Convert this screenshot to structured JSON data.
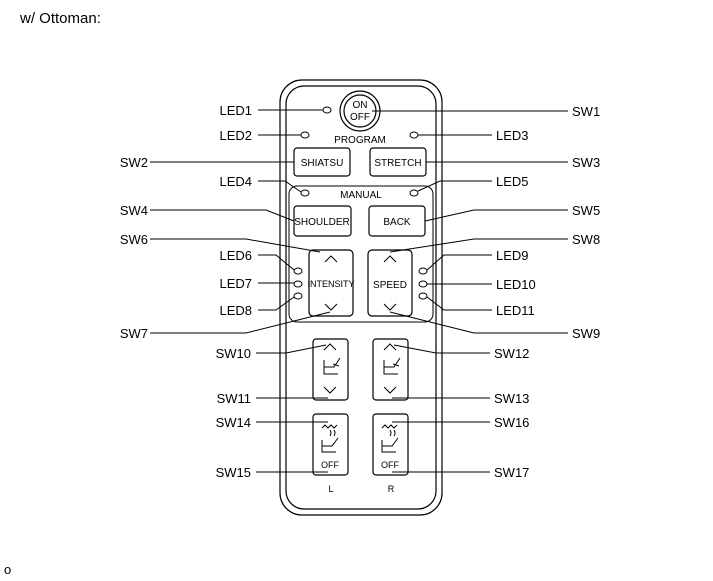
{
  "heading": "w/ Ottoman:",
  "footer_mark": "o",
  "remote": {
    "power_button": [
      "ON",
      "OFF"
    ],
    "program_label": "PROGRAM",
    "manual_label": "MANUAL",
    "shiatsu": "SHIATSU",
    "stretch": "STRETCH",
    "shoulder": "SHOULDER",
    "back": "BACK",
    "intensity": "INTENSITY",
    "speed": "SPEED",
    "off_left": "OFF",
    "off_right": "OFF",
    "side_left": "L",
    "side_right": "R"
  },
  "callouts": {
    "led1": "LED1",
    "led2": "LED2",
    "led3": "LED3",
    "led4": "LED4",
    "led5": "LED5",
    "led6": "LED6",
    "led7": "LED7",
    "led8": "LED8",
    "led9": "LED9",
    "led10": "LED10",
    "led11": "LED11",
    "sw1": "SW1",
    "sw2": "SW2",
    "sw3": "SW3",
    "sw4": "SW4",
    "sw5": "SW5",
    "sw6": "SW6",
    "sw7": "SW7",
    "sw8": "SW8",
    "sw9": "SW9",
    "sw10": "SW10",
    "sw11": "SW11",
    "sw12": "SW12",
    "sw13": "SW13",
    "sw14": "SW14",
    "sw15": "SW15",
    "sw16": "SW16",
    "sw17": "SW17"
  }
}
